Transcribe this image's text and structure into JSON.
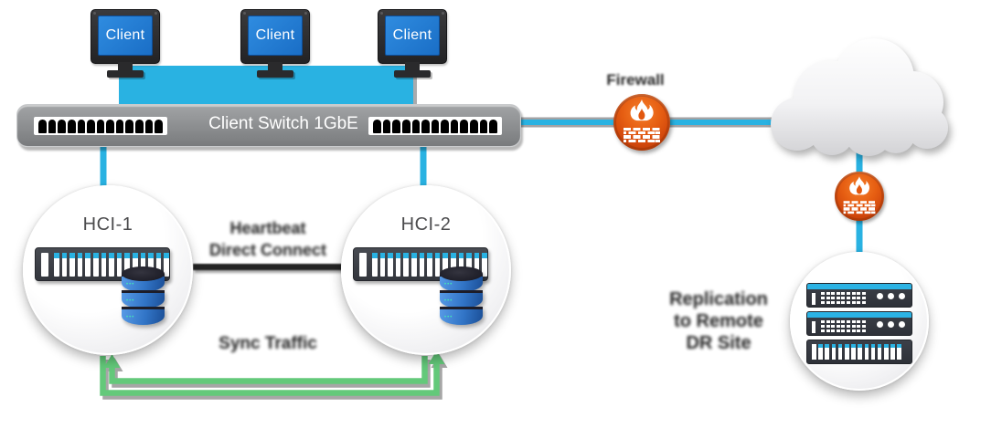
{
  "colors": {
    "cyan": "#29B2E2",
    "screen_blue": "#1E7CD8",
    "green": "#63C97A",
    "orange": "#E2570E",
    "switch_gray": "#85878A",
    "rack_dark": "#33373E",
    "db_blue": "#3174C6"
  },
  "clients": {
    "labels": [
      "Client",
      "Client",
      "Client"
    ]
  },
  "switch": {
    "label": "Client Switch 1GbE",
    "ports_per_group": 13
  },
  "nodes": {
    "left": "HCI-1",
    "right": "HCI-2"
  },
  "interconnect": {
    "line1": "Heartbeat",
    "line2": "Direct Connect"
  },
  "sync_label": "Sync Traffic",
  "firewall_label": "Firewall",
  "remote": {
    "line1": "Replication",
    "line2": "to Remote",
    "line3": "DR Site"
  },
  "decor": {
    "db_dots": "•••"
  },
  "build": {
    "rack_slots": 15,
    "vent_rows": 3,
    "vent_cols": 9,
    "small_slots": 13,
    "server_lights": 3
  }
}
